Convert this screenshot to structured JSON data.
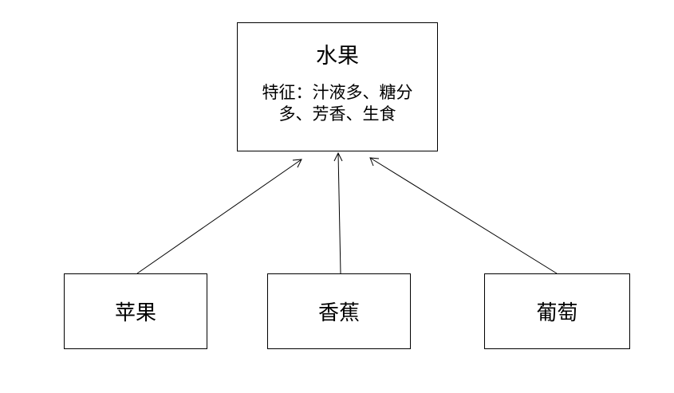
{
  "parent": {
    "title": "水果",
    "description": "特征：汁液多、糖分多、芳香、生食"
  },
  "children": [
    {
      "label": "苹果"
    },
    {
      "label": "香蕉"
    },
    {
      "label": "葡萄"
    }
  ]
}
